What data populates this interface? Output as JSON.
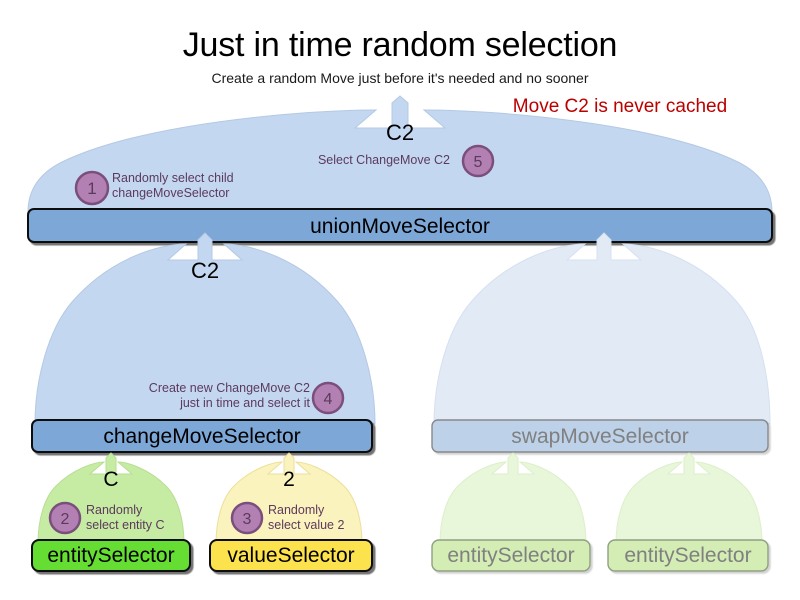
{
  "header": {
    "title": "Just in time random selection",
    "subtitle": "Create a random Move just before it's needed and no sooner",
    "note": "Move C2 is never cached"
  },
  "colors": {
    "arrow_blue_fill": "#c3d7f0",
    "arrow_blue_stroke": "#b4c9e4",
    "box_blue_fill": "#7ba7d7",
    "box_blue_stroke": "#000000",
    "arrow_green_fill": "#c6eba3",
    "arrow_green_stroke": "#b8de93",
    "box_green_fill": "#66dd33",
    "arrow_yellow_fill": "#fbf3bd",
    "arrow_yellow_stroke": "#ecdf9a",
    "box_yellow_fill": "#fce24d",
    "circle_fill": "#b380b3",
    "circle_stroke": "#7b4f7b",
    "anno_text": "#5c3a5c",
    "note_red": "#bb0000",
    "faded_text": "#808080",
    "faded_box_blue_fill": "#bdd1e8",
    "faded_box_green_fill": "#d3edb4",
    "faded_arrow_blue_fill": "#e2eaf6",
    "faded_arrow_green_fill": "#e8f6da"
  },
  "nodes": {
    "union": {
      "label": "unionMoveSelector",
      "flow": "C2"
    },
    "change": {
      "label": "changeMoveSelector",
      "flow": "C2"
    },
    "swap": {
      "label": "swapMoveSelector",
      "flow": ""
    },
    "entity_left": {
      "label": "entitySelector",
      "flow": "C"
    },
    "value_left": {
      "label": "valueSelector",
      "flow": "2"
    },
    "entity_right_a": {
      "label": "entitySelector",
      "flow": ""
    },
    "entity_right_b": {
      "label": "entitySelector",
      "flow": ""
    }
  },
  "steps": [
    {
      "number": "1",
      "text": "Randomly select child\nchangeMoveSelector"
    },
    {
      "number": "2",
      "text": "Randomly\nselect entity C"
    },
    {
      "number": "3",
      "text": "Randomly\nselect value 2"
    },
    {
      "number": "4",
      "text": "Create new ChangeMove C2\njust in time and select it"
    },
    {
      "number": "5",
      "text": "Select ChangeMove C2"
    }
  ]
}
